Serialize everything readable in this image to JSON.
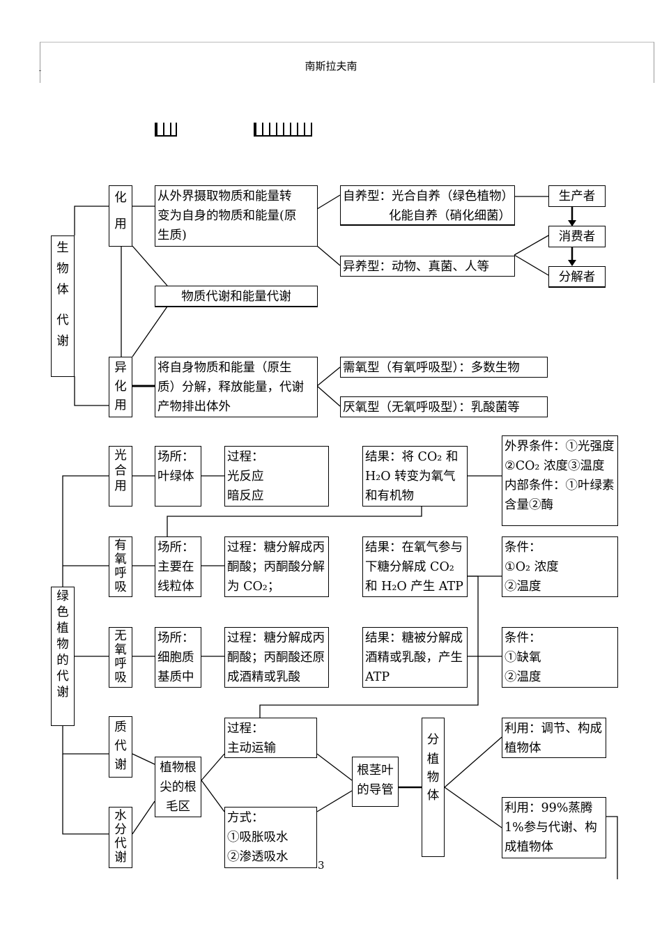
{
  "header": {
    "title": "南斯拉夫南"
  },
  "page_number": "3",
  "part1": {
    "organism": [
      "生",
      "物",
      "体",
      "",
      "代",
      "谢"
    ],
    "assimilation_label": [
      "化",
      "用"
    ],
    "assimilation_desc": [
      "从外界摄取物质和能量转",
      "变为自身的物质和能量(原",
      "生质)"
    ],
    "center": "物质代谢和能量代谢",
    "dissimilation_label": [
      "异",
      "化",
      "用"
    ],
    "dissimilation_desc": [
      "将自身物质和能量（原生",
      "质）分解，释放能量，代谢",
      "产物排出体外"
    ],
    "autotroph": [
      "自养型：光合自养（绿色植物）",
      "化能自养（硝化细菌）"
    ],
    "heterotroph": "异养型：动物、真菌、人等",
    "producer": "生产者",
    "consumer": "消费者",
    "decomposer": "分解者",
    "aerobic": "需氧型（有氧呼吸型）：多数生物",
    "anaerobic": "厌氧型（无氧呼吸型）：乳酸菌等"
  },
  "part2": {
    "plant": [
      "绿",
      "色",
      "植",
      "物",
      "的",
      "",
      "代",
      "谢"
    ],
    "photo_label": [
      "光",
      "合",
      "",
      "用"
    ],
    "photo_place": [
      "场所：",
      "叶绿体"
    ],
    "photo_process": [
      "过程：",
      "光反应",
      "暗反应"
    ],
    "photo_result": [
      "结果：将 CO₂ 和",
      "H₂O 转变为氧气",
      "和有机物"
    ],
    "photo_cond": [
      "外界条件：①光强度",
      "②CO₂ 浓度③温度",
      "内部条件：①叶绿素",
      "含量②酶"
    ],
    "aero_label": [
      "有",
      "氧",
      "呼",
      "吸"
    ],
    "aero_place": [
      "场所：",
      "主要在",
      "线粒体"
    ],
    "aero_process": [
      "过程：糖分解成丙",
      "酮酸；丙酮酸分解",
      "为 CO₂；"
    ],
    "aero_result": [
      "结果：在氧气参与",
      "下糖分解成 CO₂",
      "和 H₂O 产生 ATP"
    ],
    "aero_cond": [
      "条件：",
      "①O₂ 浓度",
      "②温度"
    ],
    "anaero_label": [
      "无",
      "氧",
      "呼",
      "吸"
    ],
    "anaero_place": [
      "场所：",
      "细胞质",
      "基质中"
    ],
    "anaero_process": [
      "过程：糖分解成丙",
      "酮酸；丙酮酸还原",
      "成酒精或乳酸"
    ],
    "anaero_result": [
      "结果：糖被分解成",
      "酒精或乳酸，产生",
      "ATP"
    ],
    "anaero_cond": [
      "条件：",
      "①缺氧",
      "②温度"
    ],
    "mineral_label": [
      "质",
      "代",
      "谢"
    ],
    "water_label": [
      "水",
      "分",
      "代",
      "谢"
    ],
    "root": [
      "植物根",
      "尖的根",
      "毛区"
    ],
    "mineral_process": [
      "过程：",
      "主动运输"
    ],
    "water_method": [
      "方式：",
      "①吸胀吸水",
      "②渗透吸水"
    ],
    "vessel": [
      "根茎叶",
      "的导管"
    ],
    "distribute": [
      "分",
      "",
      "植",
      "物",
      "体"
    ],
    "use1": [
      "利用：调节、构成",
      "植物体"
    ],
    "use2": [
      "利用：99%蒸腾",
      "1%参与代谢、构",
      "成植物体"
    ]
  }
}
